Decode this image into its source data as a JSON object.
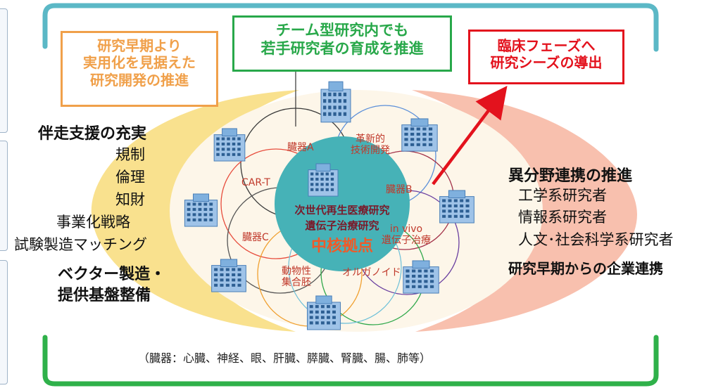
{
  "colors": {
    "top_bracket": "#5bb8c6",
    "bottom_bracket": "#2fb14a",
    "left_crescent": "#f8dc7a",
    "right_crescent": "#f7b9a5",
    "ellipse": "#fdf6e9",
    "center_circle": "#46b2b7",
    "arrow": "#e3121d",
    "orange_box": "#f0a04a",
    "green_box": "#28a84a",
    "red_box": "#e3121d",
    "petal_text": "#c0392b"
  },
  "boxes": {
    "orange": [
      "研究早期より",
      "実用化を見据えた",
      "研究開発の推進"
    ],
    "green": [
      "チーム型研究内でも",
      "若手研究者の育成を推進"
    ],
    "red": [
      "臨床フェーズへ",
      "研究シーズの導出"
    ]
  },
  "left": {
    "heading1": "伴走支援の充実",
    "items": [
      "規制",
      "倫理",
      "知財",
      "事業化戦略",
      "試験製造マッチング"
    ],
    "heading2": [
      "ベクター製造・",
      "提供基盤整備"
    ]
  },
  "right": {
    "heading1": "異分野連携の推進",
    "items": [
      "工学系研究者",
      "情報系研究者",
      "人文･社会科学系研究者"
    ],
    "heading2": "研究早期からの企業連携"
  },
  "center": {
    "lines": [
      "次世代再生医療研究",
      "遺伝子治療研究"
    ],
    "core": "中核拠点"
  },
  "petals": {
    "organ_a": "臓器A",
    "innovative": [
      "革新的",
      "技術開発"
    ],
    "car_t": "CAR-T",
    "organ_b": "臓器B",
    "organ_c": "臓器C",
    "in_vivo": [
      "in vivo",
      "遺伝子治療"
    ],
    "animal": [
      "動物性",
      "集合胚"
    ],
    "organoid": "オルガノイド"
  },
  "footnote": "（臓器：心臓、神経、眼、肝臓、膵臓、腎臓、腸、肺等）"
}
